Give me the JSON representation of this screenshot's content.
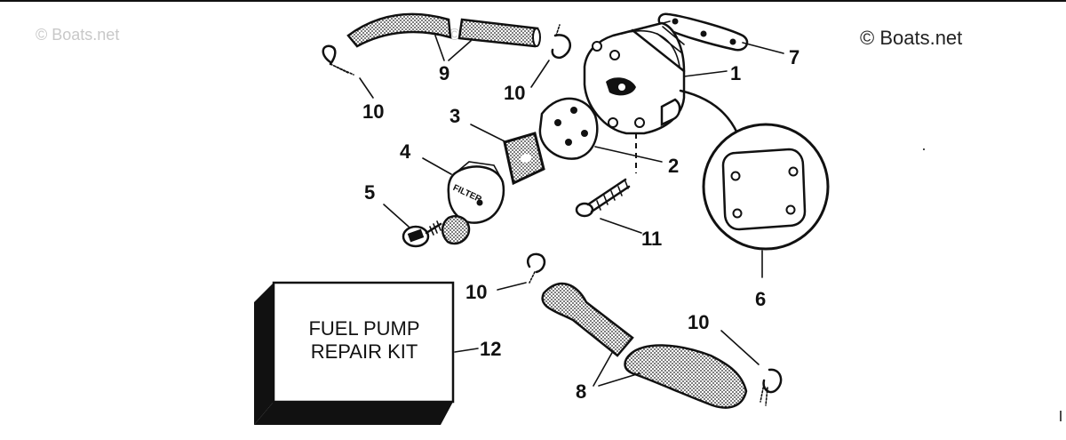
{
  "watermarks": {
    "left": "© Boats.net",
    "center": "© Boats.net",
    "right": "© Boats.net"
  },
  "kit_box": {
    "line1": "FUEL PUMP",
    "line2": "REPAIR KIT"
  },
  "filter_cap_text": "FILTER",
  "callouts": {
    "c1": "1",
    "c2": "2",
    "c3": "3",
    "c4": "4",
    "c5": "5",
    "c6": "6",
    "c7": "7",
    "c8": "8",
    "c9": "9",
    "c10a": "10",
    "c10b": "10",
    "c10c": "10",
    "c10d": "10",
    "c11": "11",
    "c12": "12"
  },
  "colors": {
    "ink": "#111111",
    "background": "#ffffff",
    "watermark_light": "#c8c8c8",
    "hose_fill": "#8a8a8a"
  }
}
